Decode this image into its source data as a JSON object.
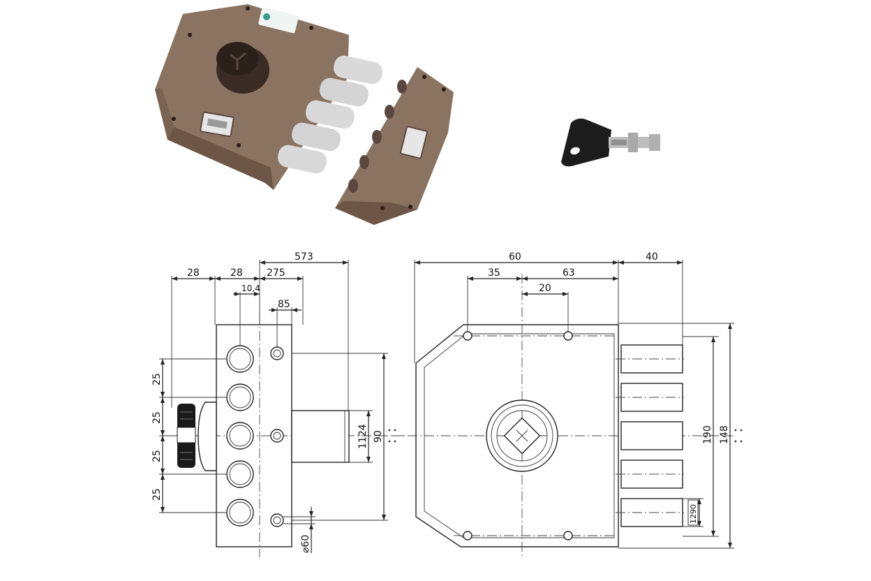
{
  "colors": {
    "lock_body": "#8b7361",
    "lock_body_dark": "#6d5646",
    "bolt_silver": "#d9d9d9",
    "knob": "#3a2b25",
    "key_head": "#1c1c1c",
    "line": "#222222"
  },
  "photos": {
    "logo_label": ""
  },
  "side_view": {
    "dims": {
      "top_total": "573",
      "left_a": "28",
      "left_b": "28",
      "right_c": "275",
      "inner_d": "10,4",
      "bolt_e": "85",
      "pitch": [
        "25",
        "25",
        "25",
        "25"
      ],
      "case_height": "90",
      "cylinder_height": "1124",
      "hole_dia": "⌀60"
    }
  },
  "front_view": {
    "dims": {
      "width_total": "60",
      "bolt_projection": "40",
      "hole_left": "35",
      "hole_right": "63",
      "hole_offset": "20",
      "overall_height": "148",
      "bolt_span": "190",
      "bolt_dia": "1290"
    }
  }
}
